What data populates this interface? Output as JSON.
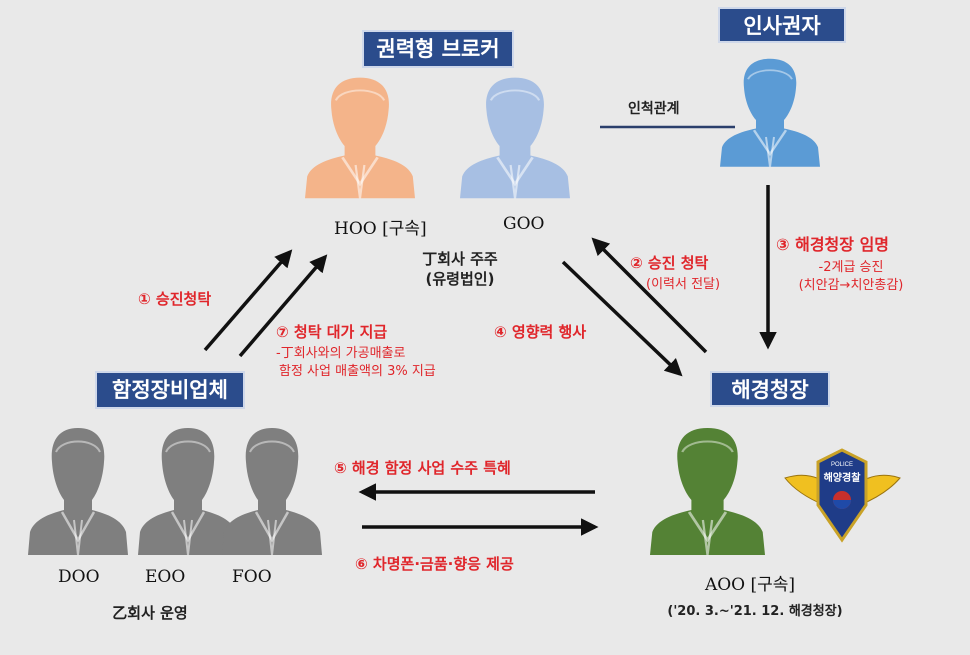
{
  "labels": {
    "broker": "권력형 브로커",
    "appointer": "인사권자",
    "supplier": "함정장비업체",
    "commissioner": "해경청장"
  },
  "people": {
    "h": "HOO [구속]",
    "g": "GOO",
    "d": "DOO",
    "e": "EOO",
    "f": "FOO",
    "a": "AOO [구속]"
  },
  "notes": {
    "relation": "인척관계",
    "shareholder": "丁회사 주주",
    "ghost_corp": "(유령법인)",
    "supplier_company": "乙회사 운영",
    "a_term": "('20. 3.~'21. 12. 해경청장)"
  },
  "steps": {
    "s1": "① 승진청탁",
    "s2_title": "② 승진 청탁",
    "s2_sub": "(이력서 전달)",
    "s3_title": "③ 해경청장 임명",
    "s3_sub1": "-2계급 승진",
    "s3_sub2": "(치안감→치안총감)",
    "s4": "④ 영향력 행사",
    "s5": "⑤ 해경 함정 사업 수주 특혜",
    "s6": "⑥ 차명폰·금품·향응 제공",
    "s7_title": "⑦ 청탁 대가 지급",
    "s7_sub1": "-丁회사와의 가공매출로",
    "s7_sub2": "함정 사업 매출액의 3% 지급"
  },
  "badge": {
    "top": "POLICE",
    "main": "해양경찰"
  },
  "colors": {
    "tag": "#2b4c8c",
    "h_person": "#f4b48a",
    "g_person": "#a7bfe3",
    "appointer_person": "#5b9bd5",
    "supplier_person": "#7f7f7f",
    "a_person": "#548235",
    "step_text": "#e0262b"
  }
}
